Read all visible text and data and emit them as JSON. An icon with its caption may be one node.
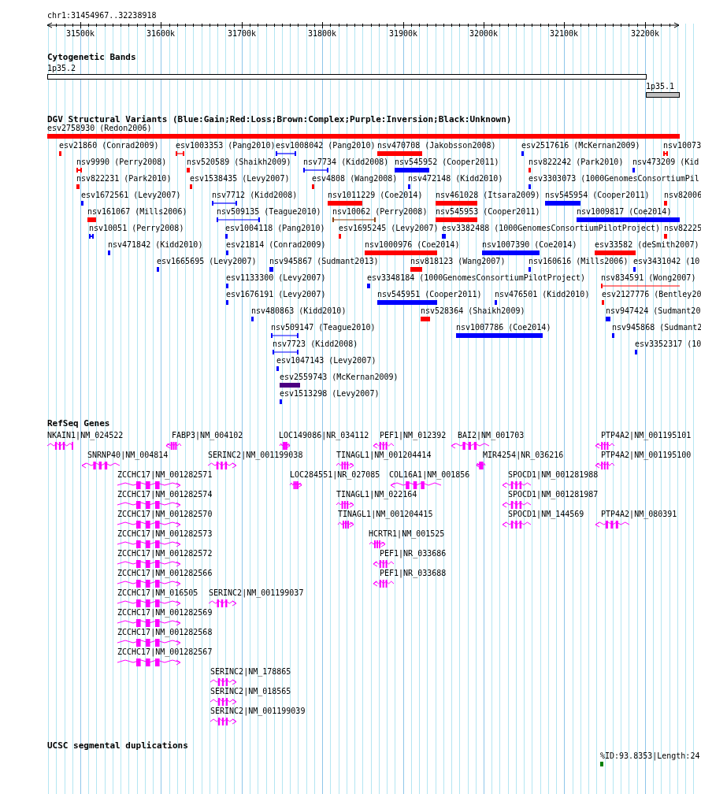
{
  "diagram": {
    "nodes": [
      {
        "text": [
          "Cytogenetic Bands"
        ]
      },
      {
        "text": [
          "1p35.2"
        ],
        "in": 0
      },
      {
        "text": [
          "1p35.1"
        ],
        "in": 0
      },
      {
        "text": [
          "DGV Structural Variants (Blue:Gain;Red:Loss;Brown:Complex;Purple:Inversion;Black:Unknown)"
        ]
      },
      {
        "text": [
          "esv2758930 (Redon2006)"
        ],
        "in": 3
      },
      {
        "text": [
          "esv21860 (Conrad2009)"
        ],
        "in": 3
      },
      {
        "text": [
          "esv1003353 (Pang2010)"
        ],
        "in": 3
      },
      {
        "text": [
          "esv1008042 (Pang2010)"
        ],
        "in": 3
      },
      {
        "text": [
          "nsv470708 (Jakobsson2008)"
        ],
        "in": 3
      },
      {
        "text": [
          "esv2517616 (McKernan2009)"
        ],
        "in": 3
      },
      {
        "text": [
          "nsv10073"
        ],
        "in": 3
      },
      {
        "text": [
          "nsv9990 (Perry2008)"
        ],
        "in": 3
      },
      {
        "text": [
          "nsv520589 (Shaikh2009)"
        ],
        "in": 3
      },
      {
        "text": [
          "nsv7734 (Kidd2008)"
        ],
        "in": 3
      },
      {
        "text": [
          "nsv545952 (Cooper2011)"
        ],
        "in": 3
      },
      {
        "text": [
          "nsv822242 (Park2010)"
        ],
        "in": 3
      },
      {
        "text": [
          "nsv473209 (Kid"
        ],
        "in": 3
      },
      {
        "text": [
          "nsv822231 (Park2010)"
        ],
        "in": 3
      },
      {
        "text": [
          "esv1538435 (Levy2007)"
        ],
        "in": 3
      },
      {
        "text": [
          "esv4808 (Wang2008)"
        ],
        "in": 3
      },
      {
        "text": [
          "nsv472148 (Kidd2010)"
        ],
        "in": 3
      },
      {
        "text": [
          "esv3303073 (1000GenomesConsortiumPil"
        ],
        "in": 3
      },
      {
        "text": [
          "esv1672561 (Levy2007)"
        ],
        "in": 3
      },
      {
        "text": [
          "nsv7712 (Kidd2008)"
        ],
        "in": 3
      },
      {
        "text": [
          "nsv1011229 (Coe2014)"
        ],
        "in": 3
      },
      {
        "text": [
          "nsv461028 (Itsara2009)"
        ],
        "in": 3
      },
      {
        "text": [
          "nsv545954 (Cooper2011)"
        ],
        "in": 3
      },
      {
        "text": [
          "nsv82006"
        ],
        "in": 3
      },
      {
        "text": [
          "nsv161067 (Mills2006)"
        ],
        "in": 3
      },
      {
        "text": [
          "nsv509135 (Teague2010)"
        ],
        "in": 3
      },
      {
        "text": [
          "nsv10062 (Perry2008)"
        ],
        "in": 3
      },
      {
        "text": [
          "nsv545953 (Cooper2011)"
        ],
        "in": 3
      },
      {
        "text": [
          "nsv1009817 (Coe2014)"
        ],
        "in": 3
      },
      {
        "text": [
          "nsv10051 (Perry2008)"
        ],
        "in": 3
      },
      {
        "text": [
          "esv1004118 (Pang2010)"
        ],
        "in": 3
      },
      {
        "text": [
          "esv1695245 (Levy2007)"
        ],
        "in": 3
      },
      {
        "text": [
          "esv3382488 (1000GenomesConsortiumPilotProject)"
        ],
        "in": 3
      },
      {
        "text": [
          "nsv82225"
        ],
        "in": 3
      },
      {
        "text": [
          "nsv471842 (Kidd2010)"
        ],
        "in": 3
      },
      {
        "text": [
          "esv21814 (Conrad2009)"
        ],
        "in": 3
      },
      {
        "text": [
          "nsv1000976 (Coe2014)"
        ],
        "in": 3
      },
      {
        "text": [
          "nsv1007390 (Coe2014)"
        ],
        "in": 3
      },
      {
        "text": [
          "esv33582 (deSmith2007)"
        ],
        "in": 3
      },
      {
        "text": [
          "esv1665695 (Levy2007)"
        ],
        "in": 3
      },
      {
        "text": [
          "nsv945867 (Sudmant2013)"
        ],
        "in": 3
      },
      {
        "text": [
          "nsv818123 (Wang2007)"
        ],
        "in": 3
      },
      {
        "text": [
          "nsv160616 (Mills2006)"
        ],
        "in": 3
      },
      {
        "text": [
          "esv3431042 (10"
        ],
        "in": 3
      },
      {
        "text": [
          "esv1133300 (Levy2007)"
        ],
        "in": 3
      },
      {
        "text": [
          "esv3348184 (1000GenomesConsortiumPilotProject)"
        ],
        "in": 3
      },
      {
        "text": [
          "nsv834591 (Wong2007)"
        ],
        "in": 3
      },
      {
        "text": [
          "esv1676191 (Levy2007)"
        ],
        "in": 3
      },
      {
        "text": [
          "nsv545951 (Cooper2011)"
        ],
        "in": 3
      },
      {
        "text": [
          "nsv476501 (Kidd2010)"
        ],
        "in": 3
      },
      {
        "text": [
          "esv2127776 (Bentley20"
        ],
        "in": 3
      },
      {
        "text": [
          "nsv480863 (Kidd2010)"
        ],
        "in": 3
      },
      {
        "text": [
          "nsv528364 (Shaikh2009)"
        ],
        "in": 3
      },
      {
        "text": [
          "nsv947424 (Sudmant20"
        ],
        "in": 3
      },
      {
        "text": [
          "nsv509147 (Teague2010)"
        ],
        "in": 3
      },
      {
        "text": [
          "nsv1007786 (Coe2014)"
        ],
        "in": 3
      },
      {
        "text": [
          "nsv945868 (Sudmant2"
        ],
        "in": 3
      },
      {
        "text": [
          "nsv7723 (Kidd2008)"
        ],
        "in": 3
      },
      {
        "text": [
          "esv3352317 (10"
        ],
        "in": 3
      },
      {
        "text": [
          "esv1047143 (Levy2007)"
        ],
        "in": 3
      },
      {
        "text": [
          "esv2559743 (McKernan2009)"
        ],
        "in": 3
      },
      {
        "text": [
          "esv1513298 (Levy2007)"
        ],
        "in": 3
      },
      {
        "text": [
          "RefSeq Genes"
        ]
      },
      {
        "text": [
          "NKAIN1|NM_024522"
        ],
        "in": 66
      },
      {
        "text": [
          "FABP3|NM_004102"
        ],
        "in": 66
      },
      {
        "text": [
          "LOC149086|NR_034112"
        ],
        "in": 66
      },
      {
        "text": [
          "PEF1|NM_012392"
        ],
        "in": 66
      },
      {
        "text": [
          "BAI2|NM_001703"
        ],
        "in": 66
      },
      {
        "text": [
          "PTP4A2|NM_001195101"
        ],
        "in": 66
      },
      {
        "text": [
          "SNRNP40|NM_004814"
        ],
        "in": 66
      },
      {
        "text": [
          "SERINC2|NM_001199038"
        ],
        "in": 66
      },
      {
        "text": [
          "TINAGL1|NM_001204414"
        ],
        "in": 66
      },
      {
        "text": [
          "MIR4254|NR_036216"
        ],
        "in": 66
      },
      {
        "text": [
          "PTP4A2|NM_001195100"
        ],
        "in": 66
      },
      {
        "text": [
          "ZCCHC17|NM_001282571"
        ],
        "in": 66
      },
      {
        "text": [
          "LOC284551|NR_027085"
        ],
        "in": 66
      },
      {
        "text": [
          "COL16A1|NM_001856"
        ],
        "in": 66
      },
      {
        "text": [
          "SPOCD1|NM_001281988"
        ],
        "in": 66
      },
      {
        "text": [
          "ZCCHC17|NM_001282574"
        ],
        "in": 66
      },
      {
        "text": [
          "TINAGL1|NM_022164"
        ],
        "in": 66
      },
      {
        "text": [
          "SPOCD1|NM_001281987"
        ],
        "in": 66
      },
      {
        "text": [
          "ZCCHC17|NM_001282570"
        ],
        "in": 66
      },
      {
        "text": [
          "TINAGL1|NM_001204415"
        ],
        "in": 66
      },
      {
        "text": [
          "SPOCD1|NM_144569"
        ],
        "in": 66
      },
      {
        "text": [
          "PTP4A2|NM_080391"
        ],
        "in": 66
      },
      {
        "text": [
          "ZCCHC17|NM_001282573"
        ],
        "in": 66
      },
      {
        "text": [
          "HCRTR1|NM_001525"
        ],
        "in": 66
      },
      {
        "text": [
          "ZCCHC17|NM_001282572"
        ],
        "in": 66
      },
      {
        "text": [
          "PEF1|NR_033686"
        ],
        "in": 66
      },
      {
        "text": [
          "ZCCHC17|NM_001282566"
        ],
        "in": 66
      },
      {
        "text": [
          "PEF1|NR_033688"
        ],
        "in": 66
      },
      {
        "text": [
          "ZCCHC17|NM_016505"
        ],
        "in": 66
      },
      {
        "text": [
          "SERINC2|NM_001199037"
        ],
        "in": 66
      },
      {
        "text": [
          "ZCCHC17|NM_001282569"
        ],
        "in": 66
      },
      {
        "text": [
          "ZCCHC17|NM_001282568"
        ],
        "in": 66
      },
      {
        "text": [
          "ZCCHC17|NM_001282567"
        ],
        "in": 66
      },
      {
        "text": [
          "SERINC2|NM_178865"
        ],
        "in": 66
      },
      {
        "text": [
          "SERINC2|NM_018565"
        ],
        "in": 66
      },
      {
        "text": [
          "SERINC2|NM_001199039"
        ],
        "in": 66
      },
      {
        "text": [
          "UCSC segmental duplications"
        ]
      },
      {
        "text": [
          "%ID:93.8353|Length:24"
        ],
        "in": 103
      }
    ],
    "labels": [
      "chr1:31454967..32238918",
      "31500k",
      "31600k",
      "31700k",
      "31800k",
      "31900k",
      "32000k",
      "32100k",
      "32200k"
    ]
  }
}
